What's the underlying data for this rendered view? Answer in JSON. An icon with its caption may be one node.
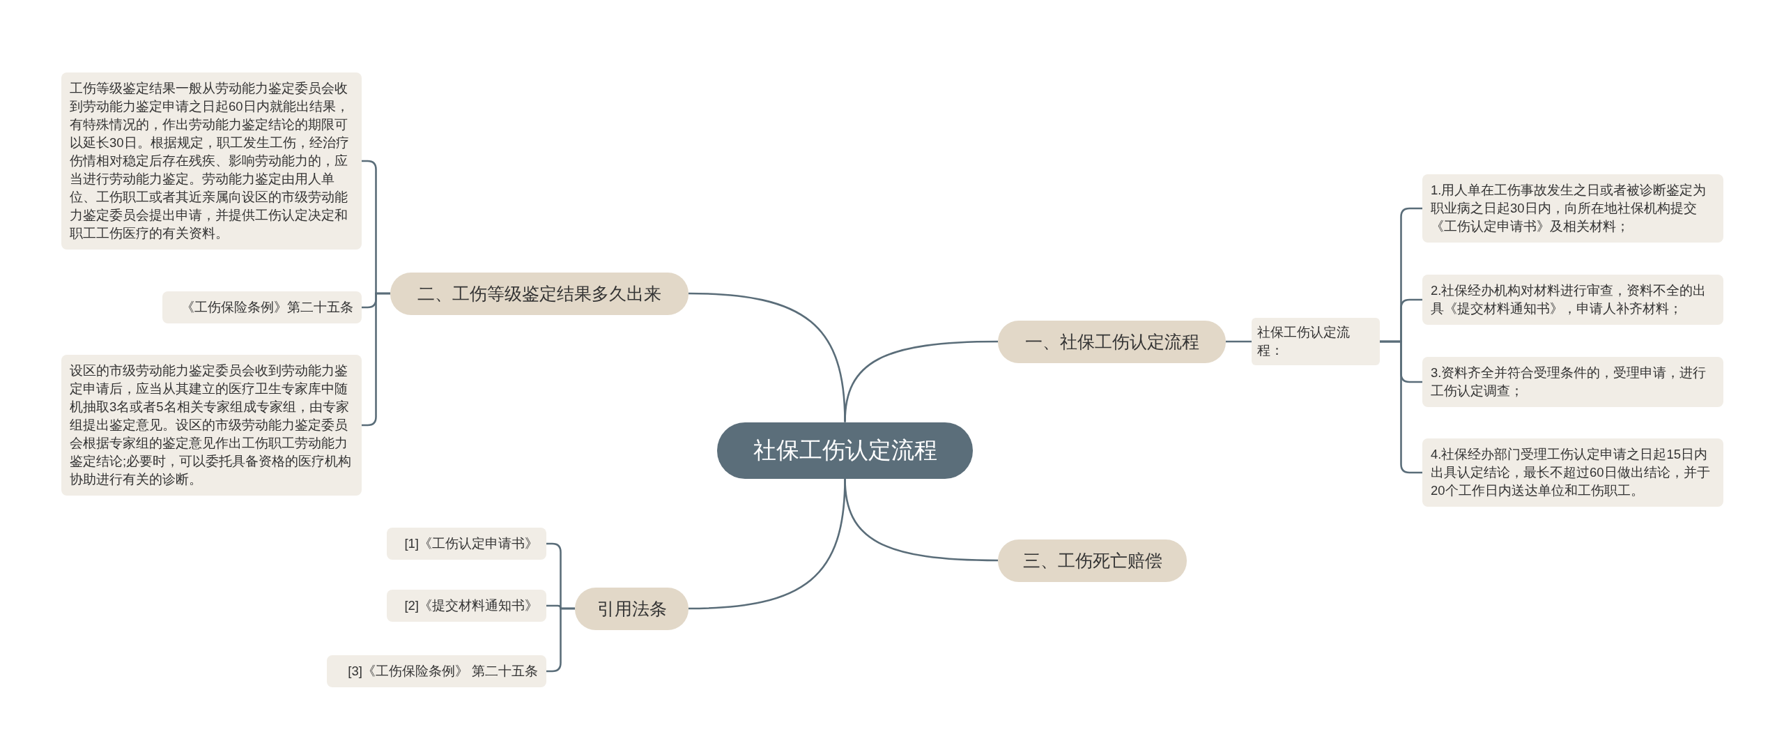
{
  "diagram": {
    "nodes": [
      {
        "text": [
          "社保工伤认定流程"
        ]
      },
      {
        "text": [
          "一、社保工伤认定流程"
        ]
      },
      {
        "text": [
          "社保工伤认定流程："
        ]
      },
      {
        "text": [
          "1.用人单在工伤事故发生之日或者被诊断鉴定为职业病之日起30日内，向所在地社保机构提交《工伤认定申请书》及相关材料；"
        ]
      },
      {
        "text": [
          "2.社保经办机构对材料进行审查，资料不全的出具《提交材料通知书》，申请人补齐材料；"
        ]
      },
      {
        "text": [
          "3.资料齐全并符合受理条件的，受理申请，进行工伤认定调查；"
        ]
      },
      {
        "text": [
          "4.社保经办部门受理工伤认定申请之日起15日内出具认定结论，最长不超过60日做出结论，并于20个工作日内送达单位和工伤职工。"
        ]
      },
      {
        "text": [
          "三、工伤死亡赔偿"
        ]
      },
      {
        "text": [
          "二、工伤等级鉴定结果多久出来"
        ]
      },
      {
        "text": [
          "工伤等级鉴定结果一般从劳动能力鉴定委员会收到劳动能力鉴定申请之日起60日内就能出结果，有特殊情况的，作出劳动能力鉴定结论的期限可以延长30日。根据规定，职工发生工伤，经治疗伤情相对稳定后存在残疾、影响劳动能力的，应当进行劳动能力鉴定。劳动能力鉴定由用人单位、工伤职工或者其近亲属向设区的市级劳动能力鉴定委员会提出申请，并提供工伤认定决定和职工工伤医疗的有关资料。"
        ]
      },
      {
        "text": [
          "《工伤保险条例》第二十五条"
        ]
      },
      {
        "text": [
          "设区的市级劳动能力鉴定委员会收到劳动能力鉴定申请后，应当从其建立的医疗卫生专家库中随机抽取3名或者5名相关专家组成专家组，由专家组提出鉴定意见。设区的市级劳动能力鉴定委员会根据专家组的鉴定意见作出工伤职工劳动能力鉴定结论;必要时，可以委托具备资格的医疗机构协助进行有关的诊断。"
        ]
      },
      {
        "text": [
          "引用法条"
        ]
      },
      {
        "text": [
          "[1]《工伤认定申请书》"
        ]
      },
      {
        "text": [
          "[2]《提交材料通知书》"
        ]
      },
      {
        "text": [
          "[3]《工伤保险条例》 第二十五条"
        ]
      }
    ],
    "edges": [
      {
        "from": 0,
        "to": 1,
        "arrow": "none"
      },
      {
        "from": 1,
        "to": 2,
        "arrow": "none"
      },
      {
        "from": 2,
        "to": 3,
        "arrow": "none"
      },
      {
        "from": 2,
        "to": 4,
        "arrow": "none"
      },
      {
        "from": 2,
        "to": 5,
        "arrow": "none"
      },
      {
        "from": 2,
        "to": 6,
        "arrow": "none"
      },
      {
        "from": 0,
        "to": 7,
        "arrow": "none"
      },
      {
        "from": 0,
        "to": 8,
        "arrow": "none"
      },
      {
        "from": 8,
        "to": 9,
        "arrow": "none"
      },
      {
        "from": 8,
        "to": 10,
        "arrow": "none"
      },
      {
        "from": 8,
        "to": 11,
        "arrow": "none"
      },
      {
        "from": 0,
        "to": 12,
        "arrow": "none"
      },
      {
        "from": 12,
        "to": 13,
        "arrow": "none"
      },
      {
        "from": 12,
        "to": 14,
        "arrow": "none"
      },
      {
        "from": 12,
        "to": 15,
        "arrow": "none"
      }
    ]
  }
}
